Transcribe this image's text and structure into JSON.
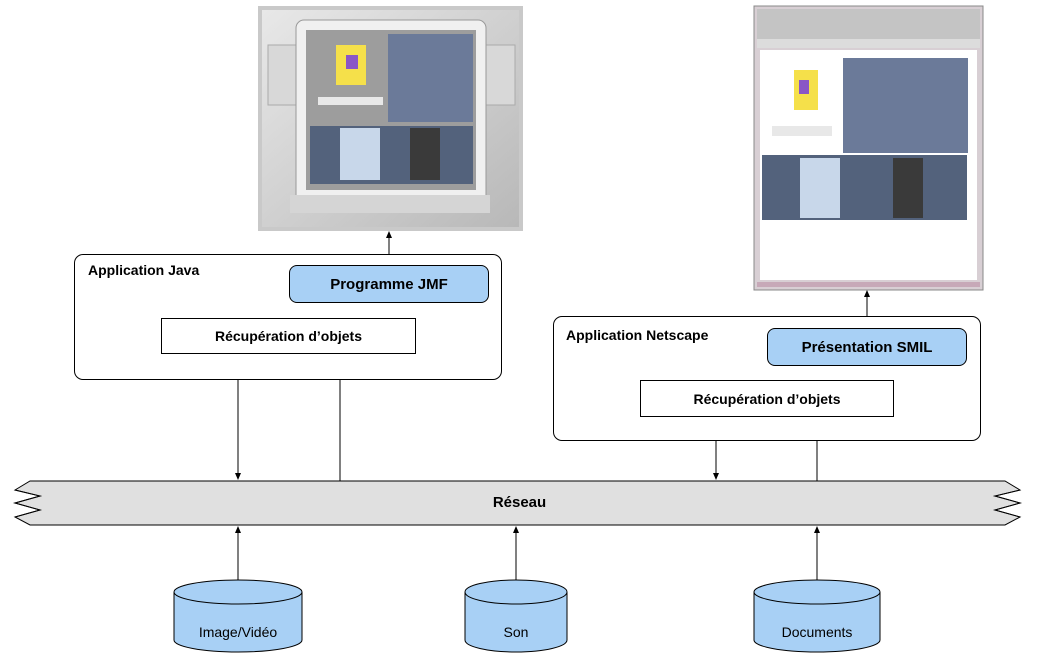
{
  "left_app": {
    "title": "Application Java",
    "presentation_label": "Programme JMF",
    "retrieval_label": "Récupération d’objets"
  },
  "right_app": {
    "title": "Application Netscape",
    "presentation_label": "Présentation SMIL",
    "retrieval_label": "Récupération d’objets"
  },
  "network": {
    "label": "Réseau"
  },
  "databases": [
    {
      "label": "Image/Vidéo"
    },
    {
      "label": "Son"
    },
    {
      "label": "Documents"
    }
  ],
  "colors": {
    "accent_blue": "#a8d0f5",
    "network_gray": "#e0e0e0",
    "database_blue": "#a8d0f5"
  }
}
